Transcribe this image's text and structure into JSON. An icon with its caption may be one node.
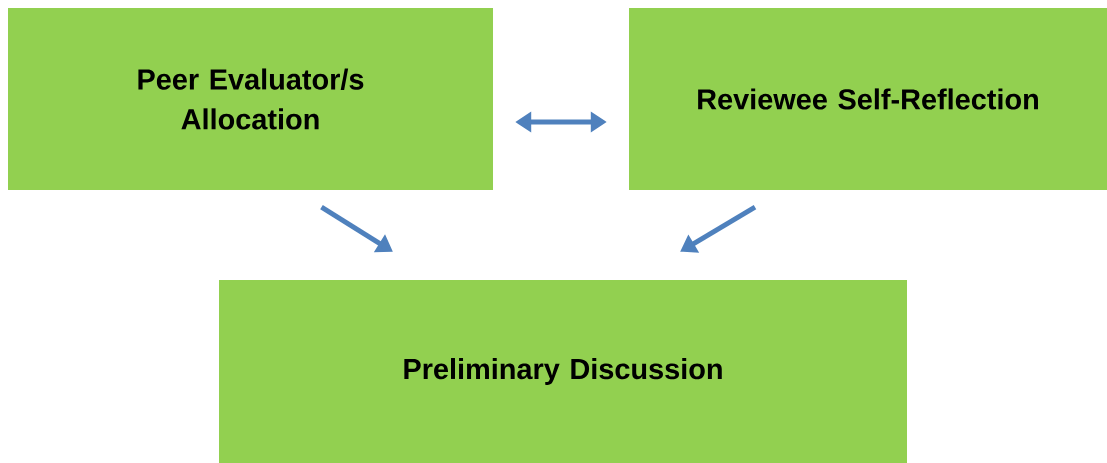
{
  "diagram": {
    "nodes": [
      {
        "text": [
          "Peer Evaluator/s Allocation"
        ]
      },
      {
        "text": [
          "Reviewee Self-Reflection"
        ]
      },
      {
        "text": [
          "Preliminary Discussion"
        ]
      }
    ],
    "edges": [
      {
        "from": 0,
        "to": 1,
        "arrow": "both"
      },
      {
        "from": 0,
        "to": 2,
        "arrow": "to"
      },
      {
        "from": 1,
        "to": 2,
        "arrow": "to"
      }
    ]
  }
}
